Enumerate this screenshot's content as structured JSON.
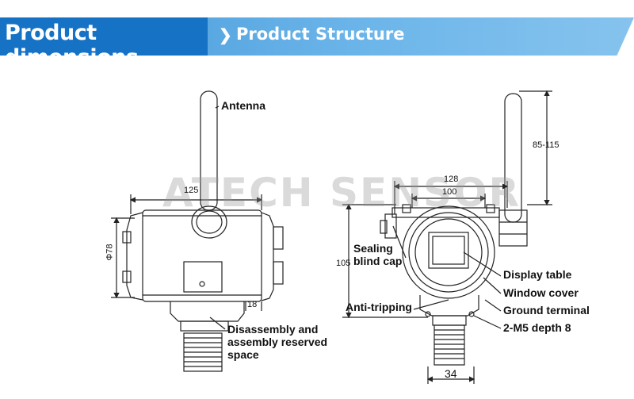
{
  "banner": {
    "title": "Product dimensions",
    "subtitle": "Product Structure"
  },
  "watermark": "ATECH SENSOR",
  "labels": {
    "antenna": "Antenna",
    "disassembly_1": "Disassembly and",
    "disassembly_2": "assembly reserved",
    "disassembly_3": "space",
    "sealing_1": "Sealing",
    "sealing_2": "blind cap",
    "display_table": "Display table",
    "window_cover": "Window cover",
    "ground_terminal": "Ground terminal",
    "anti_tripping": "Anti-tripping",
    "m5": "2-M5 depth 8"
  },
  "dimensions": {
    "width_125": "125",
    "dia_78": "Φ78",
    "d_18": "18",
    "w_128": "128",
    "w_100": "100",
    "h_105": "105",
    "h_85_115": "85-115",
    "w_34": "34"
  },
  "colors": {
    "banner_dark": "#1672c5",
    "banner_light": "#6db6ea"
  }
}
